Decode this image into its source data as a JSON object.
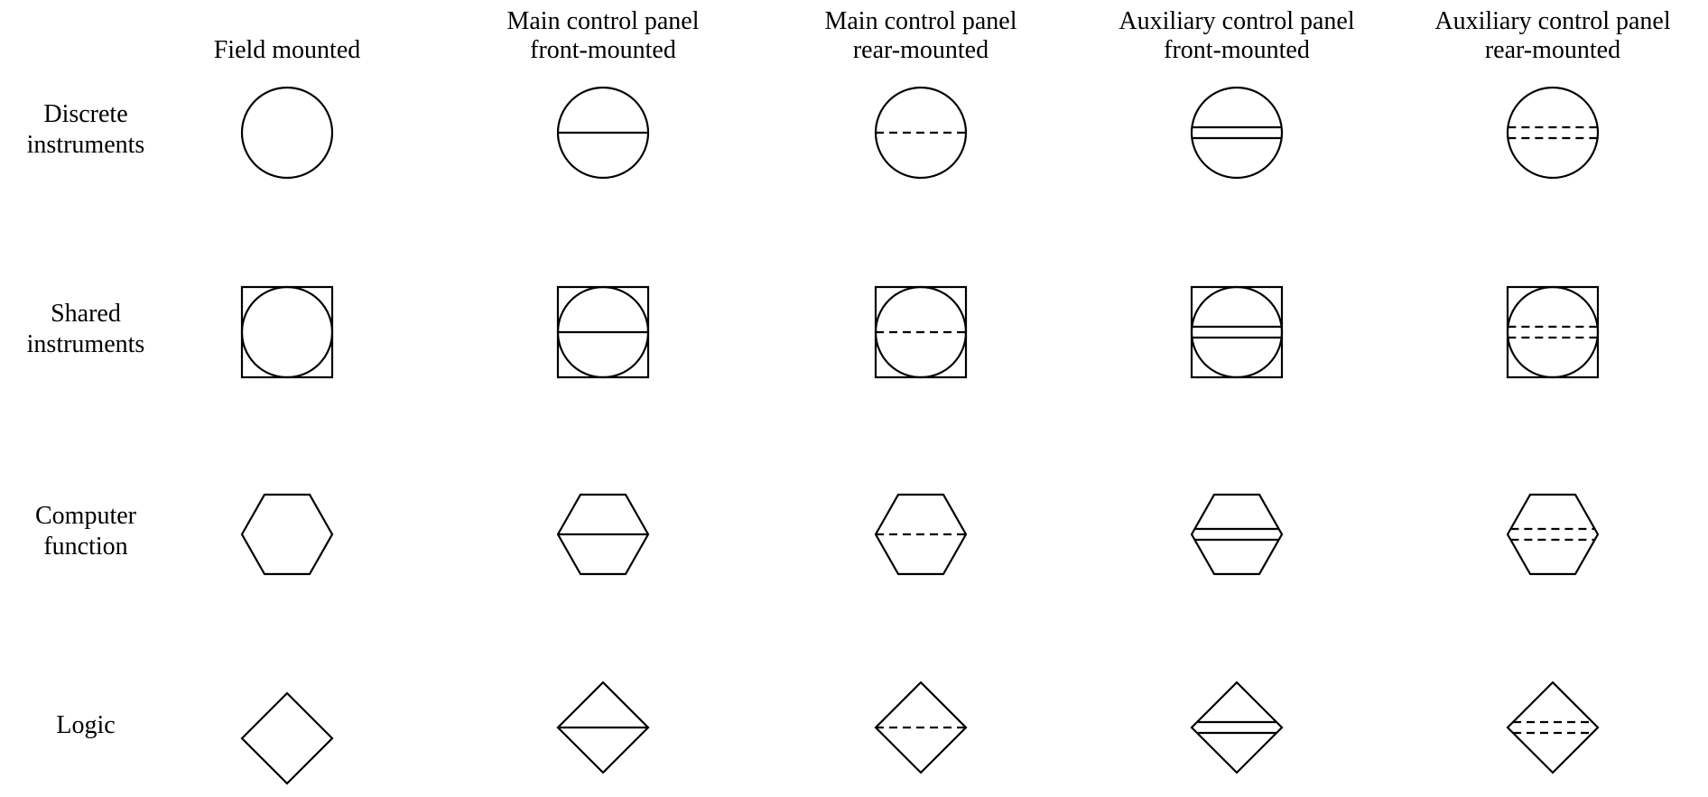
{
  "columns": [
    {
      "key": "field",
      "line1": "",
      "line2": "Field mounted",
      "separator": "none"
    },
    {
      "key": "main-front",
      "line1": "Main control panel",
      "line2": "front-mounted",
      "separator": "single-solid"
    },
    {
      "key": "main-rear",
      "line1": "Main control panel",
      "line2": "rear-mounted",
      "separator": "single-dashed"
    },
    {
      "key": "aux-front",
      "line1": "Auxiliary control panel",
      "line2": "front-mounted",
      "separator": "double-solid"
    },
    {
      "key": "aux-rear",
      "line1": "Auxiliary control panel",
      "line2": "rear-mounted",
      "separator": "double-dashed"
    }
  ],
  "rows": [
    {
      "key": "discrete",
      "line1": "Discrete",
      "line2": "instruments",
      "shape": "circle"
    },
    {
      "key": "shared",
      "line1": "Shared",
      "line2": "instruments",
      "shape": "circle-in-square"
    },
    {
      "key": "computer",
      "line1": "Computer",
      "line2": "function",
      "shape": "hexagon"
    },
    {
      "key": "logic",
      "line1": "",
      "line2": "Logic",
      "shape": "diamond"
    }
  ],
  "colors": {
    "stroke": "#000000",
    "background": "#ffffff"
  }
}
